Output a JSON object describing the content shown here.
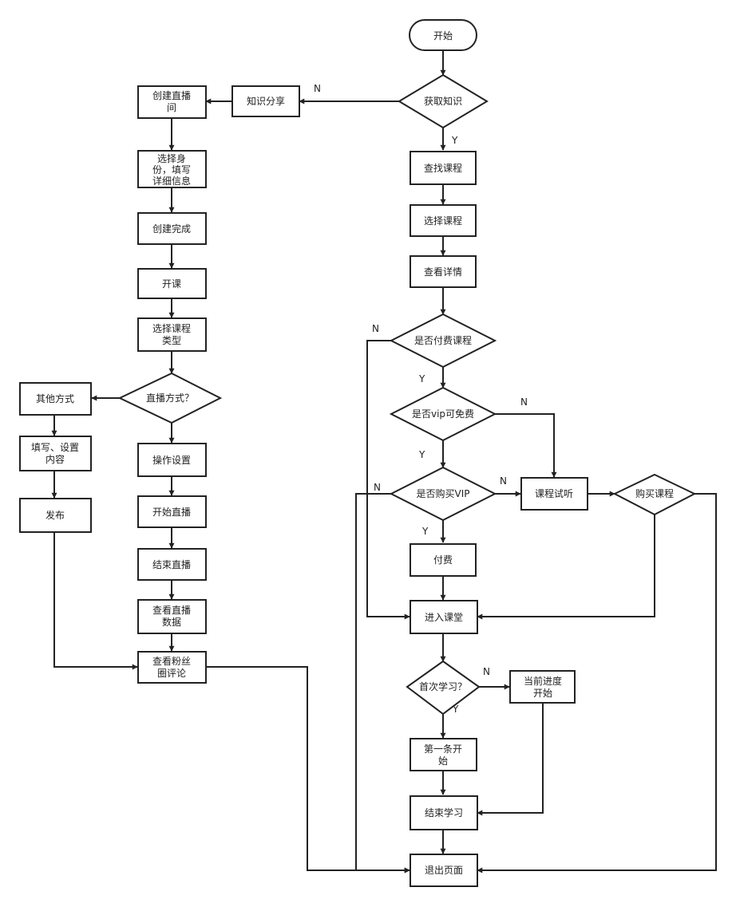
{
  "nodes": {
    "start": "开始",
    "get_knowledge": "获取知识",
    "find_course": "查找课程",
    "select_course": "选择课程",
    "view_details": "查看详情",
    "is_paid": "是否付费课程",
    "vip_free": "是否vip可免费",
    "buy_vip": "是否购买VIP",
    "pay": "付费",
    "trial": "课程试听",
    "buy_course": "购买课程",
    "enter_class": "进入课堂",
    "first_study": "首次学习？",
    "progress_start": [
      "当前进度",
      "开始"
    ],
    "first_start": [
      "第一条开",
      "始"
    ],
    "end_study": "结束学习",
    "exit_page": "退出页面",
    "share": "知识分享",
    "create_room": [
      "创建直播",
      "间"
    ],
    "choose_identity": [
      "选择身",
      "份，填写",
      "详细信息"
    ],
    "create_done": "创建完成",
    "open_class": "开课",
    "course_type": [
      "选择课程",
      "类型"
    ],
    "live_mode": "直播方式？",
    "other_mode": "其他方式",
    "fill_content": [
      "填写、设置",
      "内容"
    ],
    "publish": "发布",
    "op_settings": "操作设置",
    "start_live": "开始直播",
    "end_live": "结束直播",
    "view_live_data": [
      "查看直播",
      "数据"
    ],
    "view_fans": [
      "查看粉丝",
      "圈评论"
    ]
  },
  "edge_labels": {
    "knowledge_no": "N",
    "knowledge_yes": "Y",
    "paid_no": "N",
    "paid_yes": "Y",
    "vip_free_no": "N",
    "vip_free_yes": "Y",
    "buy_vip_left_no": "N",
    "buy_vip_right_no": "N",
    "buy_vip_yes": "Y",
    "first_no": "N",
    "first_yes": "Y"
  }
}
